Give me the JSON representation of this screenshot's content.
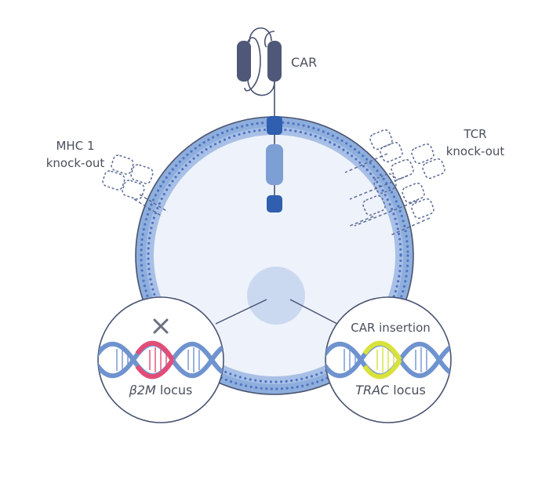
{
  "labels": {
    "car": "CAR",
    "mhc_line1": "MHC 1",
    "mhc_line2": "knock-out",
    "tcr_line1": "TCR",
    "tcr_line2": "knock-out",
    "car_insertion": "CAR insertion",
    "b2m_prefix": "β2M",
    "locus_word": " locus",
    "trac_prefix": "TRAC"
  },
  "colors": {
    "membrane": "#8eaedc",
    "membrane_dots": "#4f74c4",
    "cytoplasm": "#eef2fb",
    "nucleus": "#cbd9f0",
    "outline": "#495370",
    "receptor_dark": "#4f5878",
    "receptor_blue": "#2f5fae",
    "receptor_mid": "#7d9fd4",
    "dna_blue": "#6f93cf",
    "dna_pink": "#e24d78",
    "dna_yellow": "#d9e23a",
    "cross": "#6a7080",
    "ghost": "#5a6a94"
  },
  "icons": {
    "knockout": "x-cross-icon"
  }
}
